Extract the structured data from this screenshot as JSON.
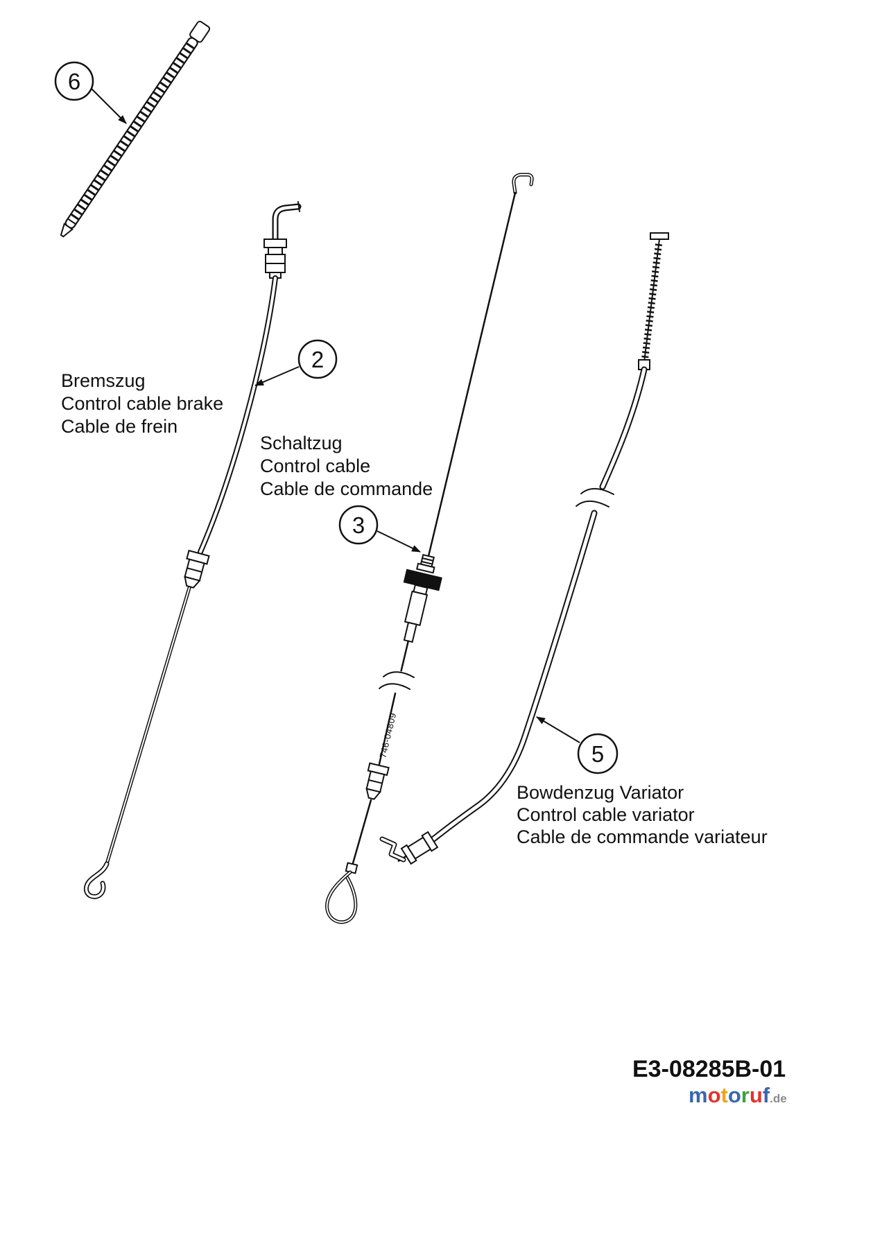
{
  "colors": {
    "line": "#111111",
    "background": "#ffffff"
  },
  "callouts": {
    "cable_tie": "6",
    "brake": "2",
    "control": "3",
    "variator": "5"
  },
  "labels": {
    "brake": {
      "line1": "Bremszug",
      "line2": "Control cable brake",
      "line3": "Cable de frein"
    },
    "control": {
      "line1": "Schaltzug",
      "line2": "Control cable",
      "line3": "Cable de commande"
    },
    "variator": {
      "line1": "Bowdenzug Variator",
      "line2": "Control cable variator",
      "line3": "Cable de commande variateur"
    }
  },
  "inline_part_number": "746-04809",
  "doc_number": "E3-08285B-01",
  "watermark": {
    "letters": [
      {
        "char": "m",
        "color": "#3a66ad"
      },
      {
        "char": "o",
        "color": "#e2342b"
      },
      {
        "char": "t",
        "color": "#f2a31b"
      },
      {
        "char": "o",
        "color": "#3a66ad"
      },
      {
        "char": "r",
        "color": "#3fa13f"
      },
      {
        "char": "u",
        "color": "#e2342b"
      },
      {
        "char": "f",
        "color": "#3a66ad"
      }
    ],
    "suffix": ".de",
    "suffix_color": "#8a8a8a"
  }
}
